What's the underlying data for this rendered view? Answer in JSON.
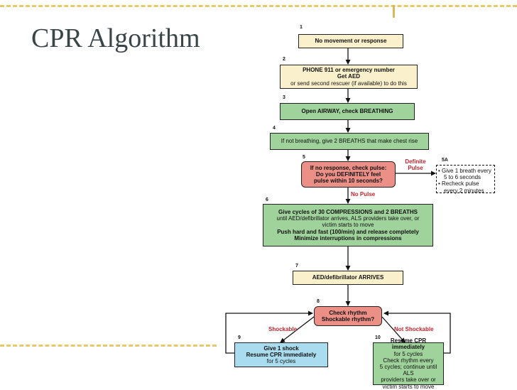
{
  "slide": {
    "title": "CPR Algorithm"
  },
  "flowchart": {
    "steps": [
      {
        "number": "1",
        "lines": [
          "No movement or response"
        ]
      },
      {
        "number": "2",
        "lines": [
          "PHONE 911 or emergency number",
          "Get AED",
          "or send second rescuer (if available) to do this"
        ]
      },
      {
        "number": "3",
        "lines": [
          "Open AIRWAY, check BREATHING"
        ]
      },
      {
        "number": "4",
        "lines": [
          "If not breathing, give 2 BREATHS that make chest rise"
        ]
      },
      {
        "number": "5",
        "lines": [
          "If no response, check pulse:",
          "Do you DEFINITELY feel",
          "pulse within 10 seconds?"
        ]
      },
      {
        "number": "5A",
        "lines": [
          "Give 1 breath every 5 to 6 seconds",
          "Recheck pulse every 2 minutes"
        ]
      },
      {
        "number": "6",
        "lines": [
          "Give cycles of 30 COMPRESSIONS and 2 BREATHS",
          "until AED/defibrillator arrives, ALS providers take over, or",
          "victim starts to move",
          "Push hard and fast (100/min) and release completely",
          "Minimize interruptions in compressions"
        ]
      },
      {
        "number": "7",
        "lines": [
          "AED/defibrillator ARRIVES"
        ]
      },
      {
        "number": "8",
        "lines": [
          "Check rhythm",
          "Shockable rhythm?"
        ]
      },
      {
        "number": "9",
        "lines": [
          "Give 1 shock",
          "Resume CPR immediately",
          "for 5 cycles"
        ]
      },
      {
        "number": "10",
        "lines": [
          "Resume CPR immediately",
          "for 5 cycles",
          "Check rhythm every",
          "5 cycles; continue until ALS",
          "providers take over or",
          "victim starts to move"
        ]
      }
    ],
    "labels": {
      "definite_pulse": [
        "Definite",
        "Pulse"
      ],
      "no_pulse": "No Pulse",
      "shockable": "Shockable",
      "not_shockable": "Not Shockable"
    }
  },
  "colors": {
    "yellow_box": "#faf0cc",
    "green_box": "#9fd39b",
    "red_box": "#ec8f87",
    "blue_box": "#a9dcee",
    "decision_label": "#c0272d",
    "title_text": "#3a4548",
    "accent_dashes": "#e6c96a"
  }
}
